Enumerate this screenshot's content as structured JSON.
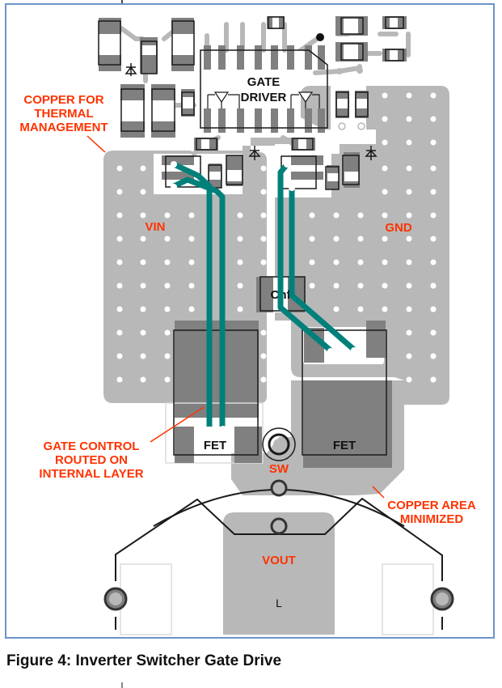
{
  "figure": {
    "caption": "Figure 4: Inverter Switcher Gate Drive",
    "colors": {
      "frame": "#6b95c9",
      "copper": "#b8b8b8",
      "pad": "#808080",
      "trace_internal": "#00807a",
      "annotation": "#ff3300",
      "outline": "#1a1a1a"
    }
  },
  "components": {
    "gate_driver_line1": "GATE",
    "gate_driver_line2": "DRIVER",
    "chf": "Chf",
    "fet_left": "FET",
    "fet_right": "FET",
    "inductor": "L"
  },
  "nets": {
    "vin": "VIN",
    "gnd": "GND",
    "sw": "SW",
    "vout": "VOUT"
  },
  "annotations": {
    "copper_thermal": [
      "COPPER FOR",
      "THERMAL",
      "MANAGEMENT"
    ],
    "gate_control": [
      "GATE CONTROL",
      "ROUTED ON",
      "INTERNAL LAYER"
    ],
    "copper_minimized": [
      "COPPER AREA",
      "MINIMIZED"
    ]
  }
}
